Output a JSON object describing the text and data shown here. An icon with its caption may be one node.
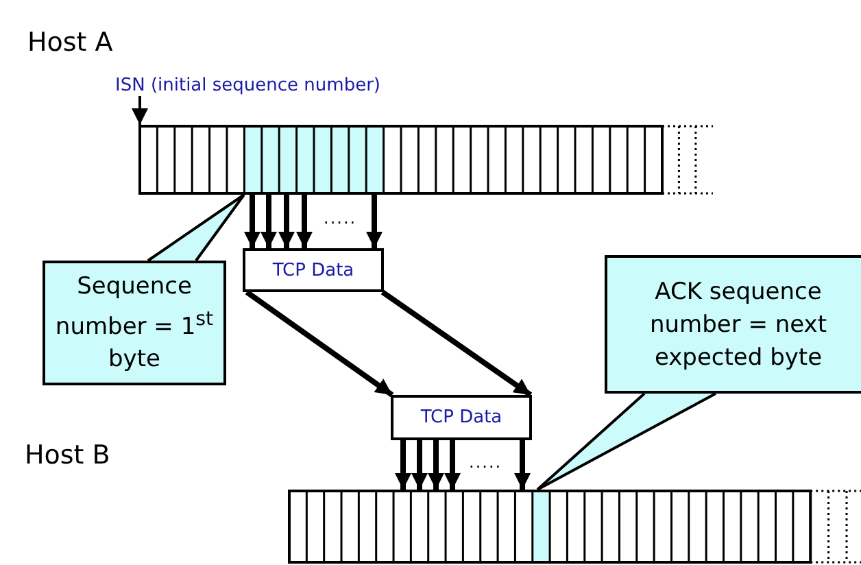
{
  "diagram": {
    "nodes": [
      {
        "text": [
          "ISN (initial sequence number)"
        ]
      },
      {
        "text": [],
        "shape": "bar"
      },
      {
        "text": [
          "Sequence number = 1$^{st}$ byte"
        ]
      },
      {
        "text": [
          "TCP Data"
        ]
      },
      {
        "text": [
          "TCP Data"
        ]
      },
      {
        "text": [
          "ACK sequence number = next expected byte"
        ]
      },
      {
        "text": [],
        "shape": "bar"
      }
    ],
    "edges": [
      {
        "from": 0,
        "to": 1,
        "arrow": "to"
      },
      {
        "from": 2,
        "to": 1,
        "arrow": "none"
      },
      {
        "from": 1,
        "to": 3,
        "arrow": "to"
      },
      {
        "from": 1,
        "to": 3,
        "arrow": "to"
      },
      {
        "from": 1,
        "to": 3,
        "arrow": "to"
      },
      {
        "from": 1,
        "to": 3,
        "arrow": "to"
      },
      {
        "from": 1,
        "to": 3,
        "arrow": "to"
      },
      {
        "from": 3,
        "to": 4,
        "arrow": "to"
      },
      {
        "from": 3,
        "to": 4,
        "arrow": "to"
      },
      {
        "from": 4,
        "to": 6,
        "arrow": "to"
      },
      {
        "from": 4,
        "to": 6,
        "arrow": "to"
      },
      {
        "from": 4,
        "to": 6,
        "arrow": "to"
      },
      {
        "from": 4,
        "to": 6,
        "arrow": "to"
      },
      {
        "from": 4,
        "to": 6,
        "arrow": "to"
      },
      {
        "from": 5,
        "to": 6,
        "arrow": "none"
      }
    ],
    "labels": [
      "Host A",
      ".....",
      ".....",
      "Host B"
    ]
  }
}
